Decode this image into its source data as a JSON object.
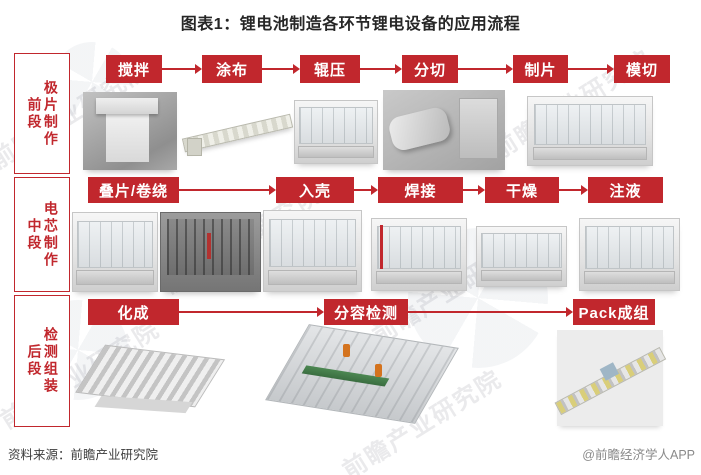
{
  "title": "图表1：锂电池制造各环节锂电设备的应用流程",
  "colors": {
    "accent_red": "#c1272d"
  },
  "sidebar": [
    {
      "stage": "前段",
      "label": "极片制作"
    },
    {
      "stage": "中段",
      "label": "电芯制作"
    },
    {
      "stage": "后段",
      "label": "检测组装"
    }
  ],
  "flow_rows": [
    {
      "steps": [
        "搅拌",
        "涂布",
        "辊压",
        "分切",
        "制片",
        "模切"
      ]
    },
    {
      "steps": [
        "叠片/卷绕",
        "入壳",
        "焊接",
        "干燥",
        "注液"
      ]
    },
    {
      "steps": [
        "化成",
        "分容检测",
        "Pack成组"
      ]
    }
  ],
  "footer": {
    "source": "资料来源：前瞻产业研究院",
    "credit": "@前瞻经济学人APP"
  },
  "watermark": {
    "text": "前瞻产业研究院"
  }
}
